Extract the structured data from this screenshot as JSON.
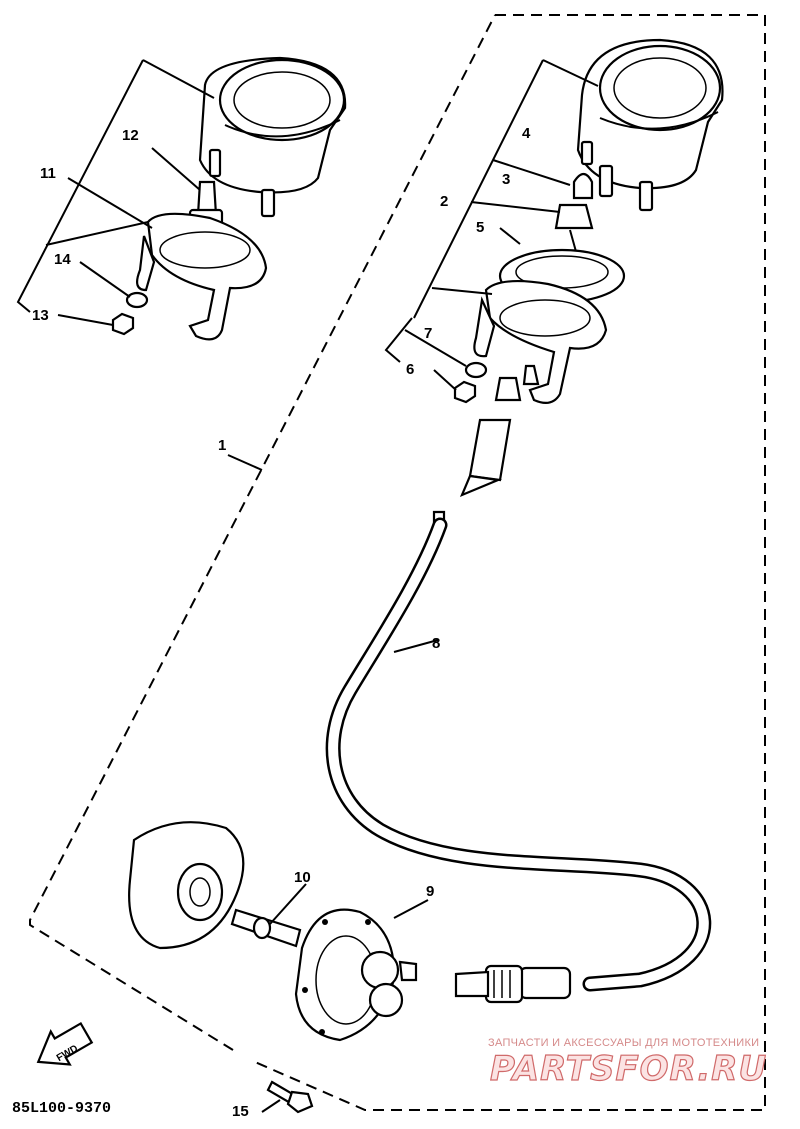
{
  "diagram": {
    "labels": {
      "1": "1",
      "2": "2",
      "3": "3",
      "4": "4",
      "5": "5",
      "6": "6",
      "7": "7",
      "8": "8",
      "9": "9",
      "10": "10",
      "11": "11",
      "12": "12",
      "13": "13",
      "14": "14",
      "15": "15"
    },
    "drawing_code": "85L100-9370",
    "fwd_arrow_text": "FWD"
  },
  "watermark": {
    "top_text": "ЗАПЧАСТИ И АКСЕССУАРЫ ДЛЯ МОТОТЕХНИКИ",
    "brand_text": "PARTSFOR.RU",
    "colors": {
      "text": "#d06a6a",
      "fill": "#fbe3e3"
    }
  }
}
